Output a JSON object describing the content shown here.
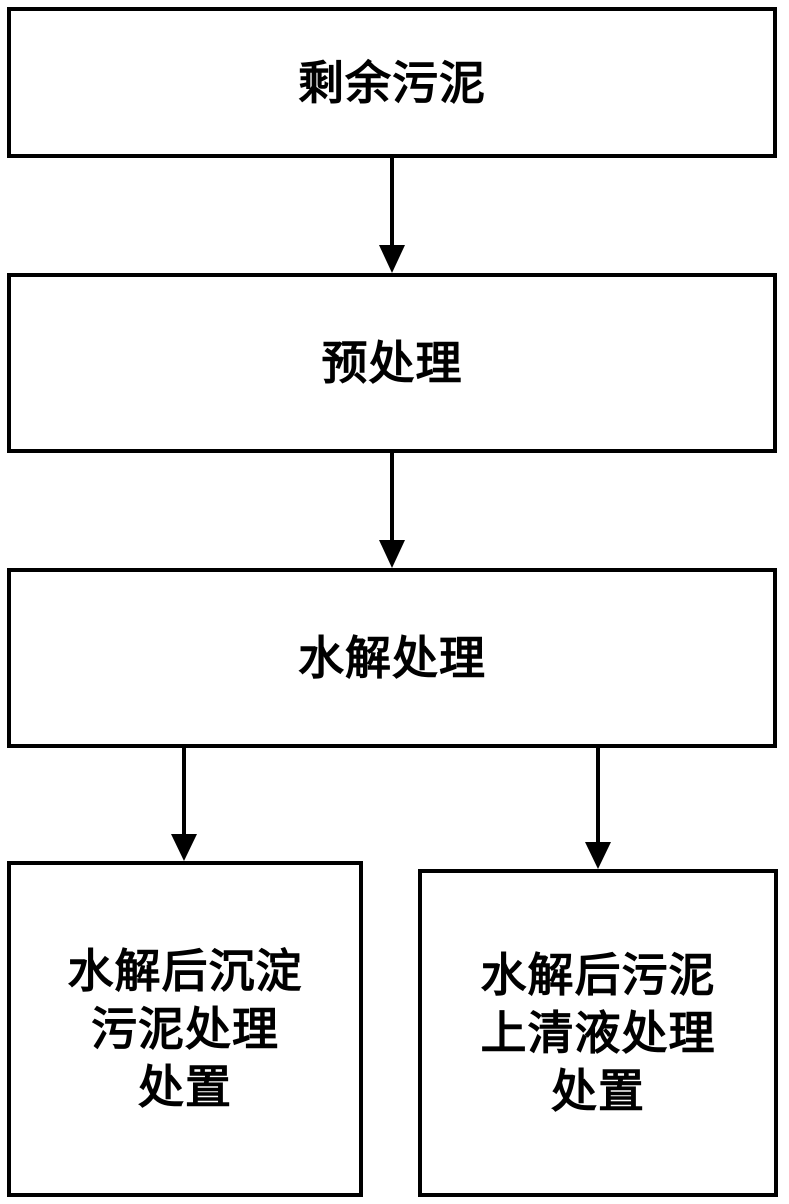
{
  "diagram": {
    "nodes": {
      "excess_sludge": {
        "label": "剩余污泥"
      },
      "pretreatment": {
        "label": "预处理"
      },
      "hydrolysis": {
        "label": "水解处理"
      },
      "sediment_disposal": {
        "lines": [
          "水解后沉淀",
          "污泥处理",
          "处置"
        ]
      },
      "supernatant_disposal": {
        "lines": [
          "水解后污泥",
          "上清液处理",
          "处置"
        ]
      }
    },
    "edges": [
      {
        "from": "excess_sludge",
        "to": "pretreatment"
      },
      {
        "from": "pretreatment",
        "to": "hydrolysis"
      },
      {
        "from": "hydrolysis",
        "to": "sediment_disposal"
      },
      {
        "from": "hydrolysis",
        "to": "supernatant_disposal"
      }
    ],
    "colors": {
      "stroke": "#000000",
      "fill": "#ffffff",
      "text": "#000000"
    }
  }
}
